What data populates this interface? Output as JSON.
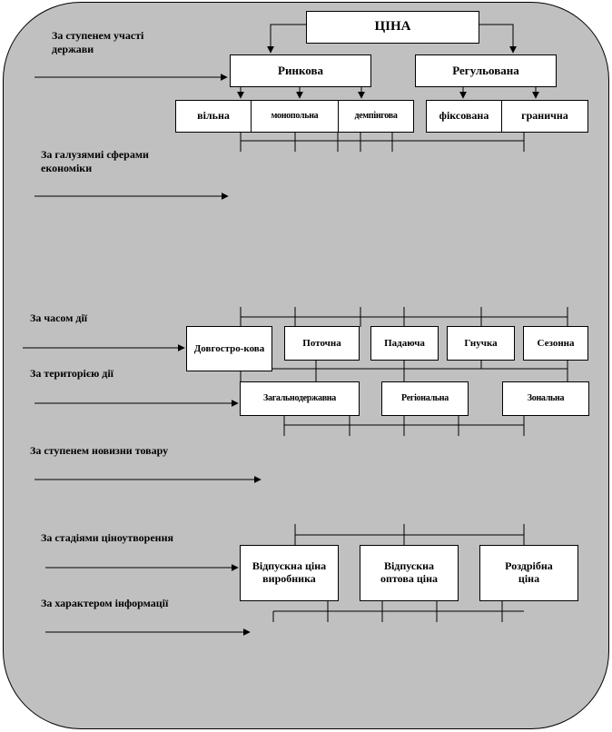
{
  "boxes": {
    "price": "ЦІНА",
    "market": "Ринкова",
    "regulated": "Регульована",
    "free": "вільна",
    "monopoly": "монопольна",
    "dumping": "демпінгова",
    "fixed": "фіксована",
    "limit": "гранична",
    "long_term": "Довгостро-кова",
    "current": "Поточна",
    "falling": "Падаюча",
    "flexible": "Гнучка",
    "seasonal": "Сезонна",
    "nationwide": "Загальнодержавна",
    "regional": "Регіональна",
    "zonal": "Зональна",
    "producer": "Відпускна ціна виробника",
    "wholesale": "Відпускна оптова ціна",
    "retail": "Роздрібна ціна"
  },
  "labels": {
    "state_participation": "За ступенем участі держави",
    "industry": "За галузямиі сферами економіки",
    "time": "За часом дії",
    "territory": "За територією дії",
    "novelty": "За ступенем новизни  товару",
    "stages": "За стадіями ціноутворення",
    "information": "За характером інформації"
  }
}
